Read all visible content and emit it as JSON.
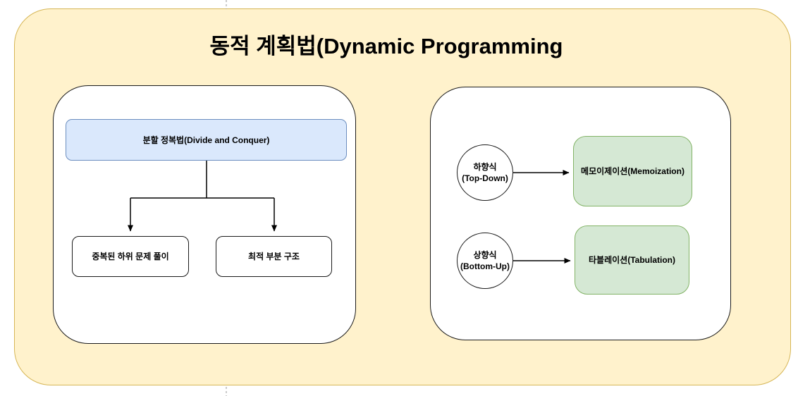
{
  "title": "동적 계획법(Dynamic Programming",
  "left_panel": {
    "root_label": "분할 정복법(Divide and Conquer)",
    "children": [
      {
        "label": "중복된 하위 문제 풀이"
      },
      {
        "label": "최적 부분 구조"
      }
    ]
  },
  "right_panel": {
    "rows": [
      {
        "circle_line1": "하향식",
        "circle_line2": "(Top-Down)",
        "target_label": "메모이제이션(Memoization)"
      },
      {
        "circle_line1": "상향식",
        "circle_line2": "(Bottom-Up)",
        "target_label": "타블레이션(Tabulation)"
      }
    ]
  },
  "colors": {
    "canvas_fill": "#fff2cc",
    "canvas_stroke": "#d6b656",
    "blue_fill": "#dae8fc",
    "blue_stroke": "#6c8ebf",
    "green_fill": "#d5e8d4",
    "green_stroke": "#82b366",
    "node_stroke": "#1a1a1a",
    "connector": "#000000"
  }
}
